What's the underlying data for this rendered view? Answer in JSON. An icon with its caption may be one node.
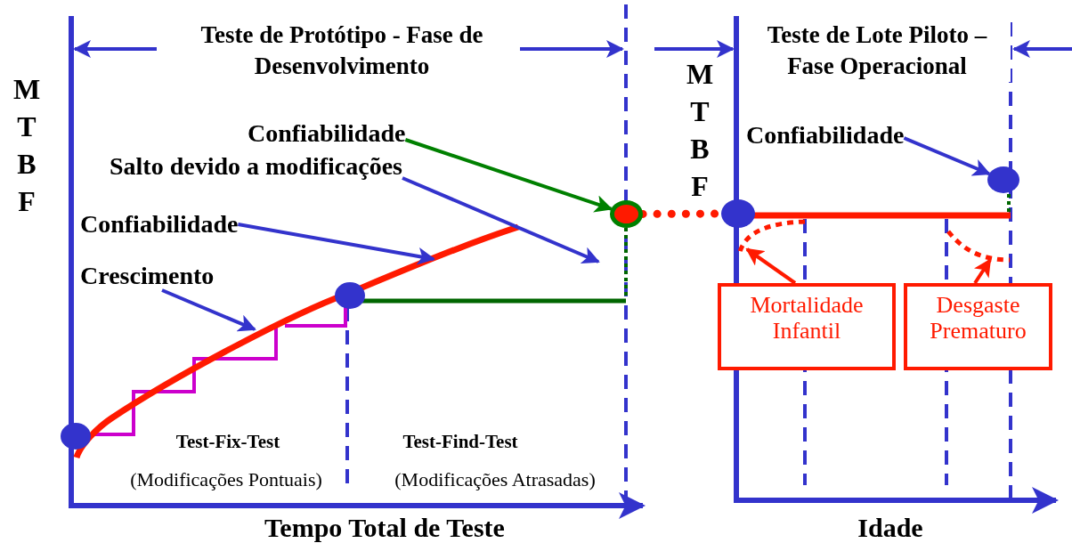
{
  "diagram": {
    "nodes": [
      {
        "text": [
          "Confiabilidade"
        ]
      },
      {
        "text": [
          "Salto devido a modificações"
        ]
      },
      {
        "text": [
          "Confiabilidade"
        ]
      },
      {
        "text": [],
        "shape": "circle"
      },
      {
        "text": [],
        "shape": "circle"
      },
      {
        "text": [],
        "shape": "circle"
      },
      {
        "text": [
          "Confiabilidade"
        ]
      },
      {
        "text": [
          "Crescimento"
        ]
      },
      {
        "text": [
          "Mortalidade Infantil"
        ]
      },
      {
        "text": [
          "Desgaste Prematuro"
        ]
      },
      {
        "text": [],
        "shape": "curve"
      },
      {
        "text": [],
        "shape": "curve"
      }
    ],
    "edges": [
      {
        "from": 0,
        "to": 4,
        "arrow": "to",
        "color": "#008000"
      },
      {
        "from": 1,
        "to": null,
        "arrow": "to"
      },
      {
        "from": 2,
        "to": 3,
        "arrow": "to"
      },
      {
        "from": 4,
        "to": 5,
        "arrow": "none",
        "style": "dashed",
        "color": "#ff1a00"
      },
      {
        "from": 6,
        "to": null,
        "arrow": "to"
      },
      {
        "from": 7,
        "to": null,
        "arrow": "to"
      },
      {
        "from": 8,
        "to": 10,
        "arrow": "to",
        "color": "#ff1a00"
      },
      {
        "from": 9,
        "to": 11,
        "arrow": "to",
        "color": "#ff1a00"
      }
    ],
    "labels": [
      "Teste de Protótipo - Fase de Desenvolvimento",
      "Teste de Lote Piloto – Fase Operacional",
      "MTBF",
      "MTBF",
      "Test-Fix-Test",
      "Test-Find-Test",
      "(Modificações Pontuais)",
      "(Modificações Atrasadas)",
      "Tempo Total de Teste",
      "Idade"
    ]
  }
}
